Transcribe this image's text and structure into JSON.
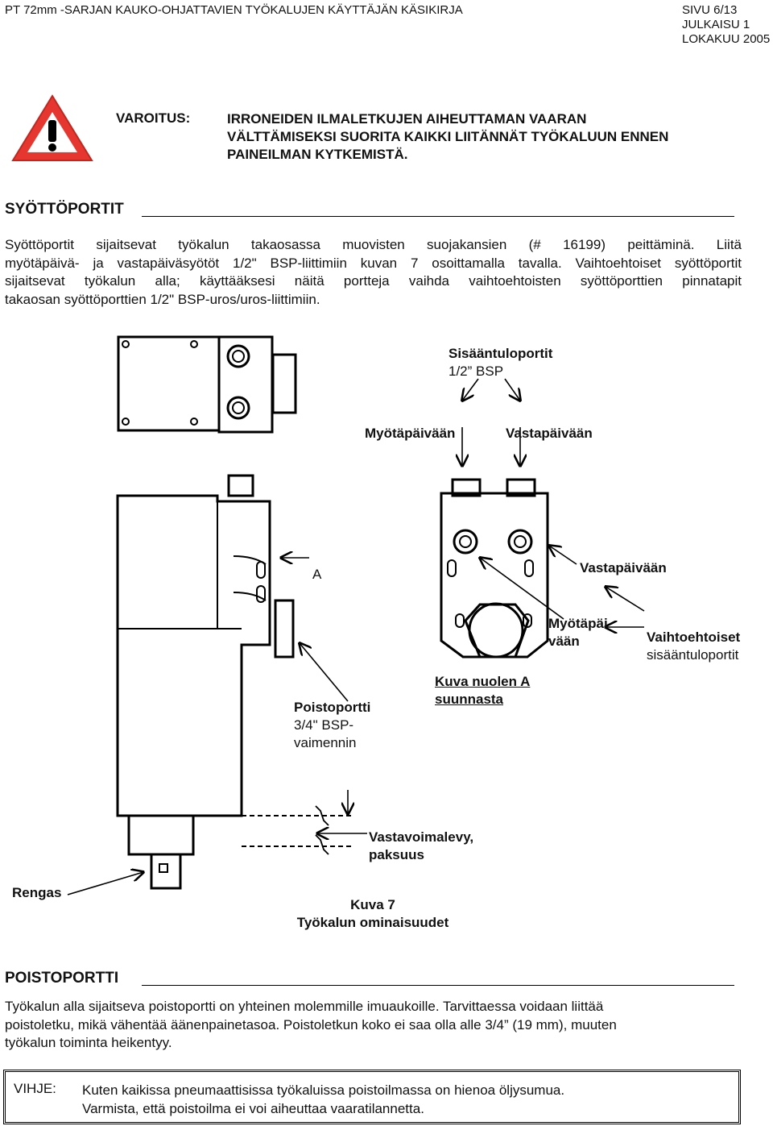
{
  "header": {
    "title": "PT 72mm -SARJAN KAUKO-OHJATTAVIEN TYÖKALUJEN KÄYTTÄJÄN KÄSIKIRJA",
    "page": "SIVU 6/13",
    "edition": "JULKAISU 1",
    "date": "LOKAKUU 2005"
  },
  "warning": {
    "icon": "warning-triangle-icon",
    "label": "VAROITUS:",
    "lines": [
      "IRRONEIDEN ILMALETKUJEN AIHEUTTAMAN VAARAN",
      "VÄLTTÄMISEKSI SUORITA KAIKKI LIITÄNNÄT TYÖKALUUN ENNEN",
      "PAINEILMAN KYTKEMISTÄ."
    ]
  },
  "section_inlets": {
    "heading": "SYÖTTÖPORTIT",
    "lines": [
      "Syöttöportit sijaitsevat työkalun takaosassa muovisten suojakansien (# 16199) peittäminä. Liitä",
      "myötäpäivä- ja vastapäiväsyötöt 1/2\" BSP-liittimiin kuvan 7 osoittamalla tavalla. Vaihtoehtoiset syöttöportit",
      "sijaitsevat työkalun alla; käyttääksesi näitä portteja vaihda vaihtoehtoisten syöttöporttien pinnatapit",
      "takaosan syöttöporttien 1/2\" BSP-uros/uros-liittimiin."
    ]
  },
  "figure": {
    "inlet_ports_title": "Sisääntuloportit",
    "inlet_ports_size": "1/2” BSP",
    "clockwise": "Myötäpäivään",
    "counterclockwise": "Vastapäivään",
    "view_a": "A",
    "counterclockwise_right": "Vastapäivään",
    "clockwise_split_1": "Myötäpäi",
    "clockwise_split_2": "vään",
    "alt_inlets_1": "Vaihtoehtoiset",
    "alt_inlets_2": "sisääntuloportit",
    "exhaust_title": "Poistoportti",
    "exhaust_line2": "3/4\" BSP-",
    "exhaust_line3": "vaimennin",
    "view_caption_1": "Kuva nuolen A",
    "view_caption_2": "suunnasta",
    "reaction_plate_1": "Vastavoimalevy,",
    "reaction_plate_2": "paksuus",
    "ring": "Rengas",
    "caption_1": "Kuva 7",
    "caption_2": "Työkalun ominaisuudet"
  },
  "section_exhaust": {
    "heading": "POISTOPORTTI",
    "lines": [
      "Työkalun alla sijaitseva poistoportti on yhteinen molemmille imuaukoille.  Tarvittaessa voidaan liittää",
      "poistoletku, mikä vähentää äänenpainetasoa.  Poistoletkun koko ei saa olla alle 3/4” (19 mm), muuten",
      "työkalun toiminta heikentyy."
    ]
  },
  "note": {
    "label": "VIHJE:",
    "lines": [
      "Kuten kaikissa pneumaattisissa työkaluissa poistoilmassa on hienoa öljysumua.",
      "Varmista, että poistoilma ei voi aiheuttaa vaaratilannetta."
    ]
  }
}
